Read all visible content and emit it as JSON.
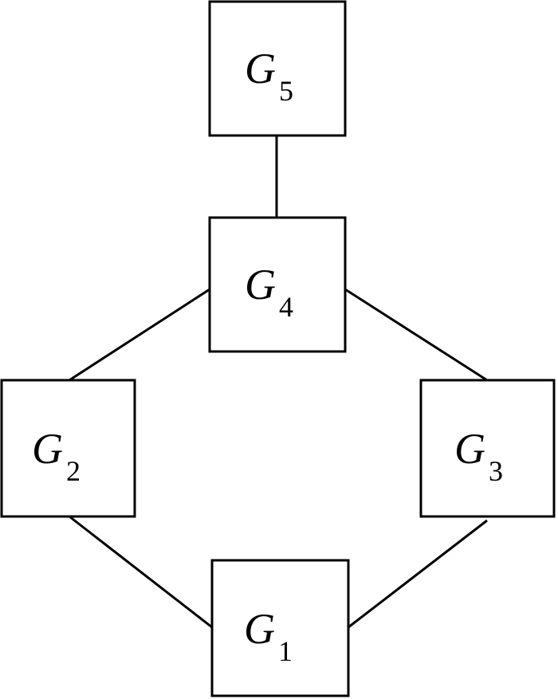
{
  "nodes": [
    {
      "id": "g5",
      "letter": "G",
      "subscript": "5"
    },
    {
      "id": "g4",
      "letter": "G",
      "subscript": "4"
    },
    {
      "id": "g2",
      "letter": "G",
      "subscript": "2"
    },
    {
      "id": "g3",
      "letter": "G",
      "subscript": "3"
    },
    {
      "id": "g1",
      "letter": "G",
      "subscript": "1"
    }
  ],
  "edges": [
    {
      "from": "G5",
      "to": "G4"
    },
    {
      "from": "G4",
      "to": "G2"
    },
    {
      "from": "G4",
      "to": "G3"
    },
    {
      "from": "G2",
      "to": "G1"
    },
    {
      "from": "G3",
      "to": "G1"
    }
  ]
}
